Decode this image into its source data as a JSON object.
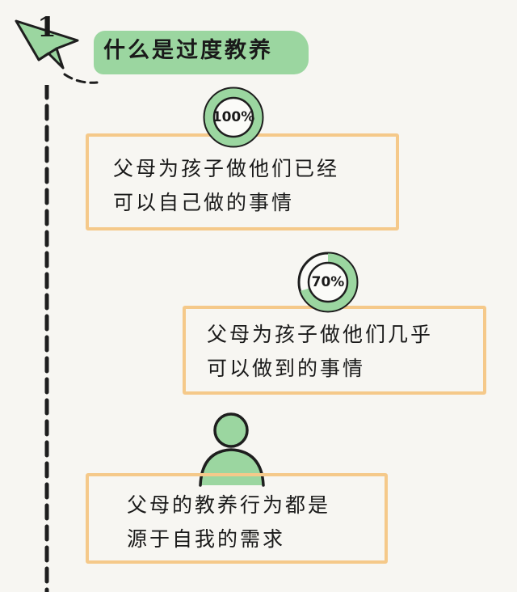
{
  "header": {
    "step_number": "1",
    "title": "什么是过度教养"
  },
  "colors": {
    "accent_green": "#9bd6a0",
    "box_border": "#f5c98a",
    "ink": "#1e1e1e",
    "background": "#f7f6f2"
  },
  "items": [
    {
      "gauge_label": "100%",
      "gauge_fraction": 1.0,
      "lines": [
        "父母为孩子做他们已经",
        "可以自己做的事情"
      ]
    },
    {
      "gauge_label": "70%",
      "gauge_fraction": 0.7,
      "lines": [
        "父母为孩子做他们几乎",
        "可以做到的事情"
      ]
    },
    {
      "icon": "person-icon",
      "lines": [
        "父母的教养行为都是",
        "源于自我的需求"
      ]
    }
  ]
}
